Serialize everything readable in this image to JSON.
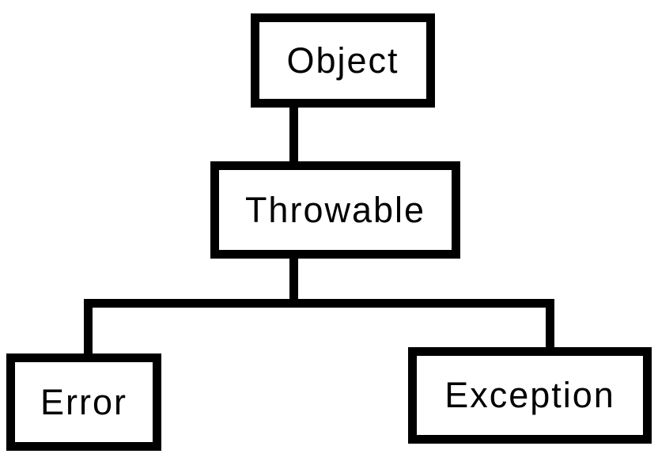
{
  "diagram": {
    "type": "hierarchy",
    "description": "Class hierarchy diagram: Object at top, Throwable below it, with Error and Exception as children of Throwable",
    "nodes": {
      "object": {
        "label": "Object"
      },
      "throwable": {
        "label": "Throwable"
      },
      "error": {
        "label": "Error"
      },
      "exception": {
        "label": "Exception"
      }
    },
    "edges": [
      {
        "from": "Object",
        "to": "Throwable"
      },
      {
        "from": "Throwable",
        "to": "Error"
      },
      {
        "from": "Throwable",
        "to": "Exception"
      }
    ],
    "colors": {
      "background": "#ffffff",
      "node_fill": "#ffffff",
      "node_border": "#000000",
      "line": "#000000",
      "text": "#000000"
    }
  }
}
